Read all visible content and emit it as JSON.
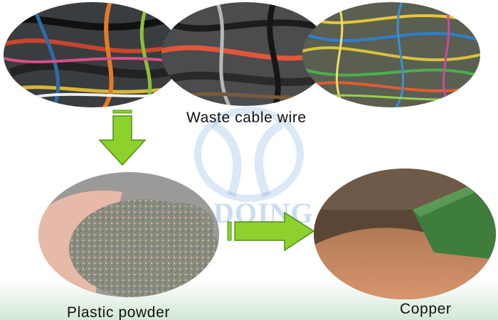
{
  "caption_top": "Waste cable wire",
  "caption_left": "Plastic powder",
  "caption_right": "Copper",
  "watermark_text": "DOING",
  "colors": {
    "arrow_fill": "#8cd12c",
    "arrow_stroke": "#4f8f12",
    "logo_blue": "#5a96d2",
    "copper": "#c98a63",
    "machine_green": "#3f7d3c"
  }
}
